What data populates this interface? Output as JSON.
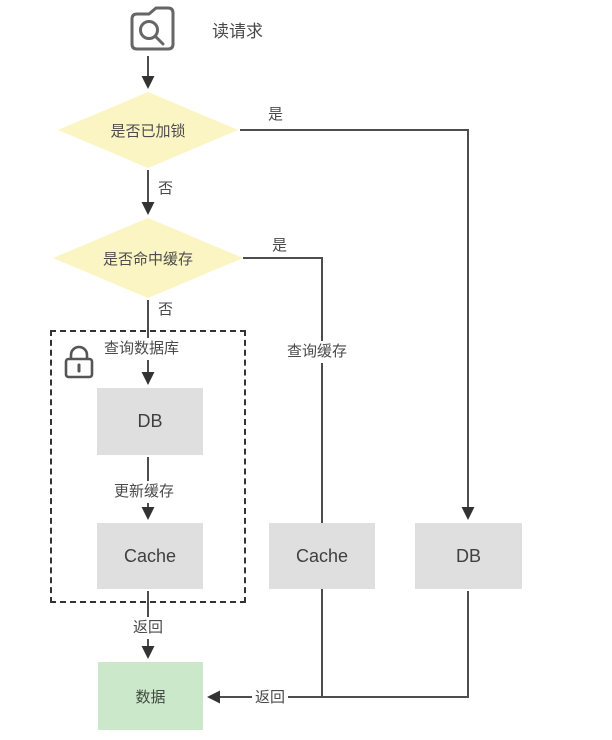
{
  "diagram": {
    "title": "cache-read-flowchart",
    "nodes": {
      "start": {
        "label": "读请求",
        "icon": "folder-search-icon"
      },
      "decision_lock": {
        "label": "是否已加锁",
        "shape": "diamond"
      },
      "decision_cache_hit": {
        "label": "是否命中缓存",
        "shape": "diamond"
      },
      "db_locked": {
        "label": "DB",
        "shape": "rect"
      },
      "cache_locked": {
        "label": "Cache",
        "shape": "rect"
      },
      "cache_query": {
        "label": "Cache",
        "shape": "rect"
      },
      "db_direct": {
        "label": "DB",
        "shape": "rect"
      },
      "result": {
        "label": "数据",
        "shape": "rect"
      }
    },
    "edges": {
      "yes_lock": "是",
      "no_lock": "否",
      "yes_hit": "是",
      "no_hit": "否",
      "query_db": "查询数据库",
      "query_cache": "查询缓存",
      "update_cache": "更新缓存",
      "return_vertical": "返回",
      "return_horizontal": "返回"
    },
    "locked_section": {
      "icon": "lock-icon",
      "border": "dashed"
    },
    "colors": {
      "background": "#ffffff",
      "line": "#4d4d4d",
      "arrowhead": "#333333",
      "diamond_fill": "#fbf4c3",
      "box_fill": "#dfdfdf",
      "result_fill": "#cbe9ca",
      "text": "#4a4a4a",
      "dashed_border": "#333333"
    }
  }
}
